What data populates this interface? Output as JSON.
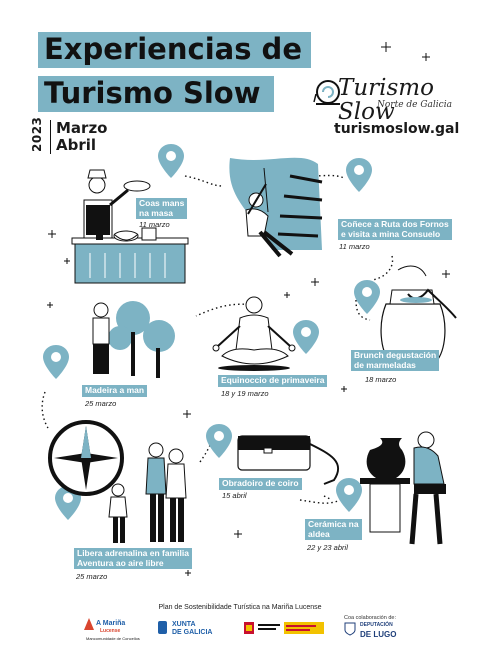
{
  "header": {
    "title_line1": "Experiencias de",
    "title_line2": "Turismo Slow",
    "year": "2023",
    "month1": "Marzo",
    "month2": "Abril",
    "brand_name": "Turismo Slow",
    "brand_sub": "Norte de Galicia",
    "website": "turismoslow.gal"
  },
  "events": [
    {
      "title_l1": "Coas mans",
      "title_l2": "na masa",
      "date": "11 marzo"
    },
    {
      "title_l1": "Coñece a Ruta dos Fornos",
      "title_l2": "e visita a mina Consuelo",
      "date": "11 marzo"
    },
    {
      "title_l1": "Brunch degustación",
      "title_l2": "de marmeladas",
      "date": "18 marzo"
    },
    {
      "title_l1": "Equinoccio de primaveira",
      "date": "18 y 19 marzo"
    },
    {
      "title_l1": "Madeira a man",
      "date": "25 marzo"
    },
    {
      "title_l1": "Obradoiro de coiro",
      "date": "15 abril"
    },
    {
      "title_l1": "Cerámica na",
      "title_l2": "aldea",
      "date": "22 y 23 abril"
    },
    {
      "title_l1": "Libera adrenalina en familia",
      "title_l2": "Aventura ao aire libre",
      "date": "25 marzo"
    }
  ],
  "footer": {
    "plan": "Plan de Sostenibilidade Turística na Mariña Lucense",
    "colab": "Coa colaboración de:",
    "logo1_name": "A Mariña",
    "logo1_sub": "Lucense",
    "logo1_small": "Mancomunidade de Concellos",
    "logo2_line1": "XUNTA",
    "logo2_line2": "DE GALICIA",
    "logo4_line1": "DEPUTACIÓN",
    "logo4_line2": "DE LUGO"
  },
  "colors": {
    "accent": "#7db3c4",
    "ink": "#1a1a1a"
  }
}
